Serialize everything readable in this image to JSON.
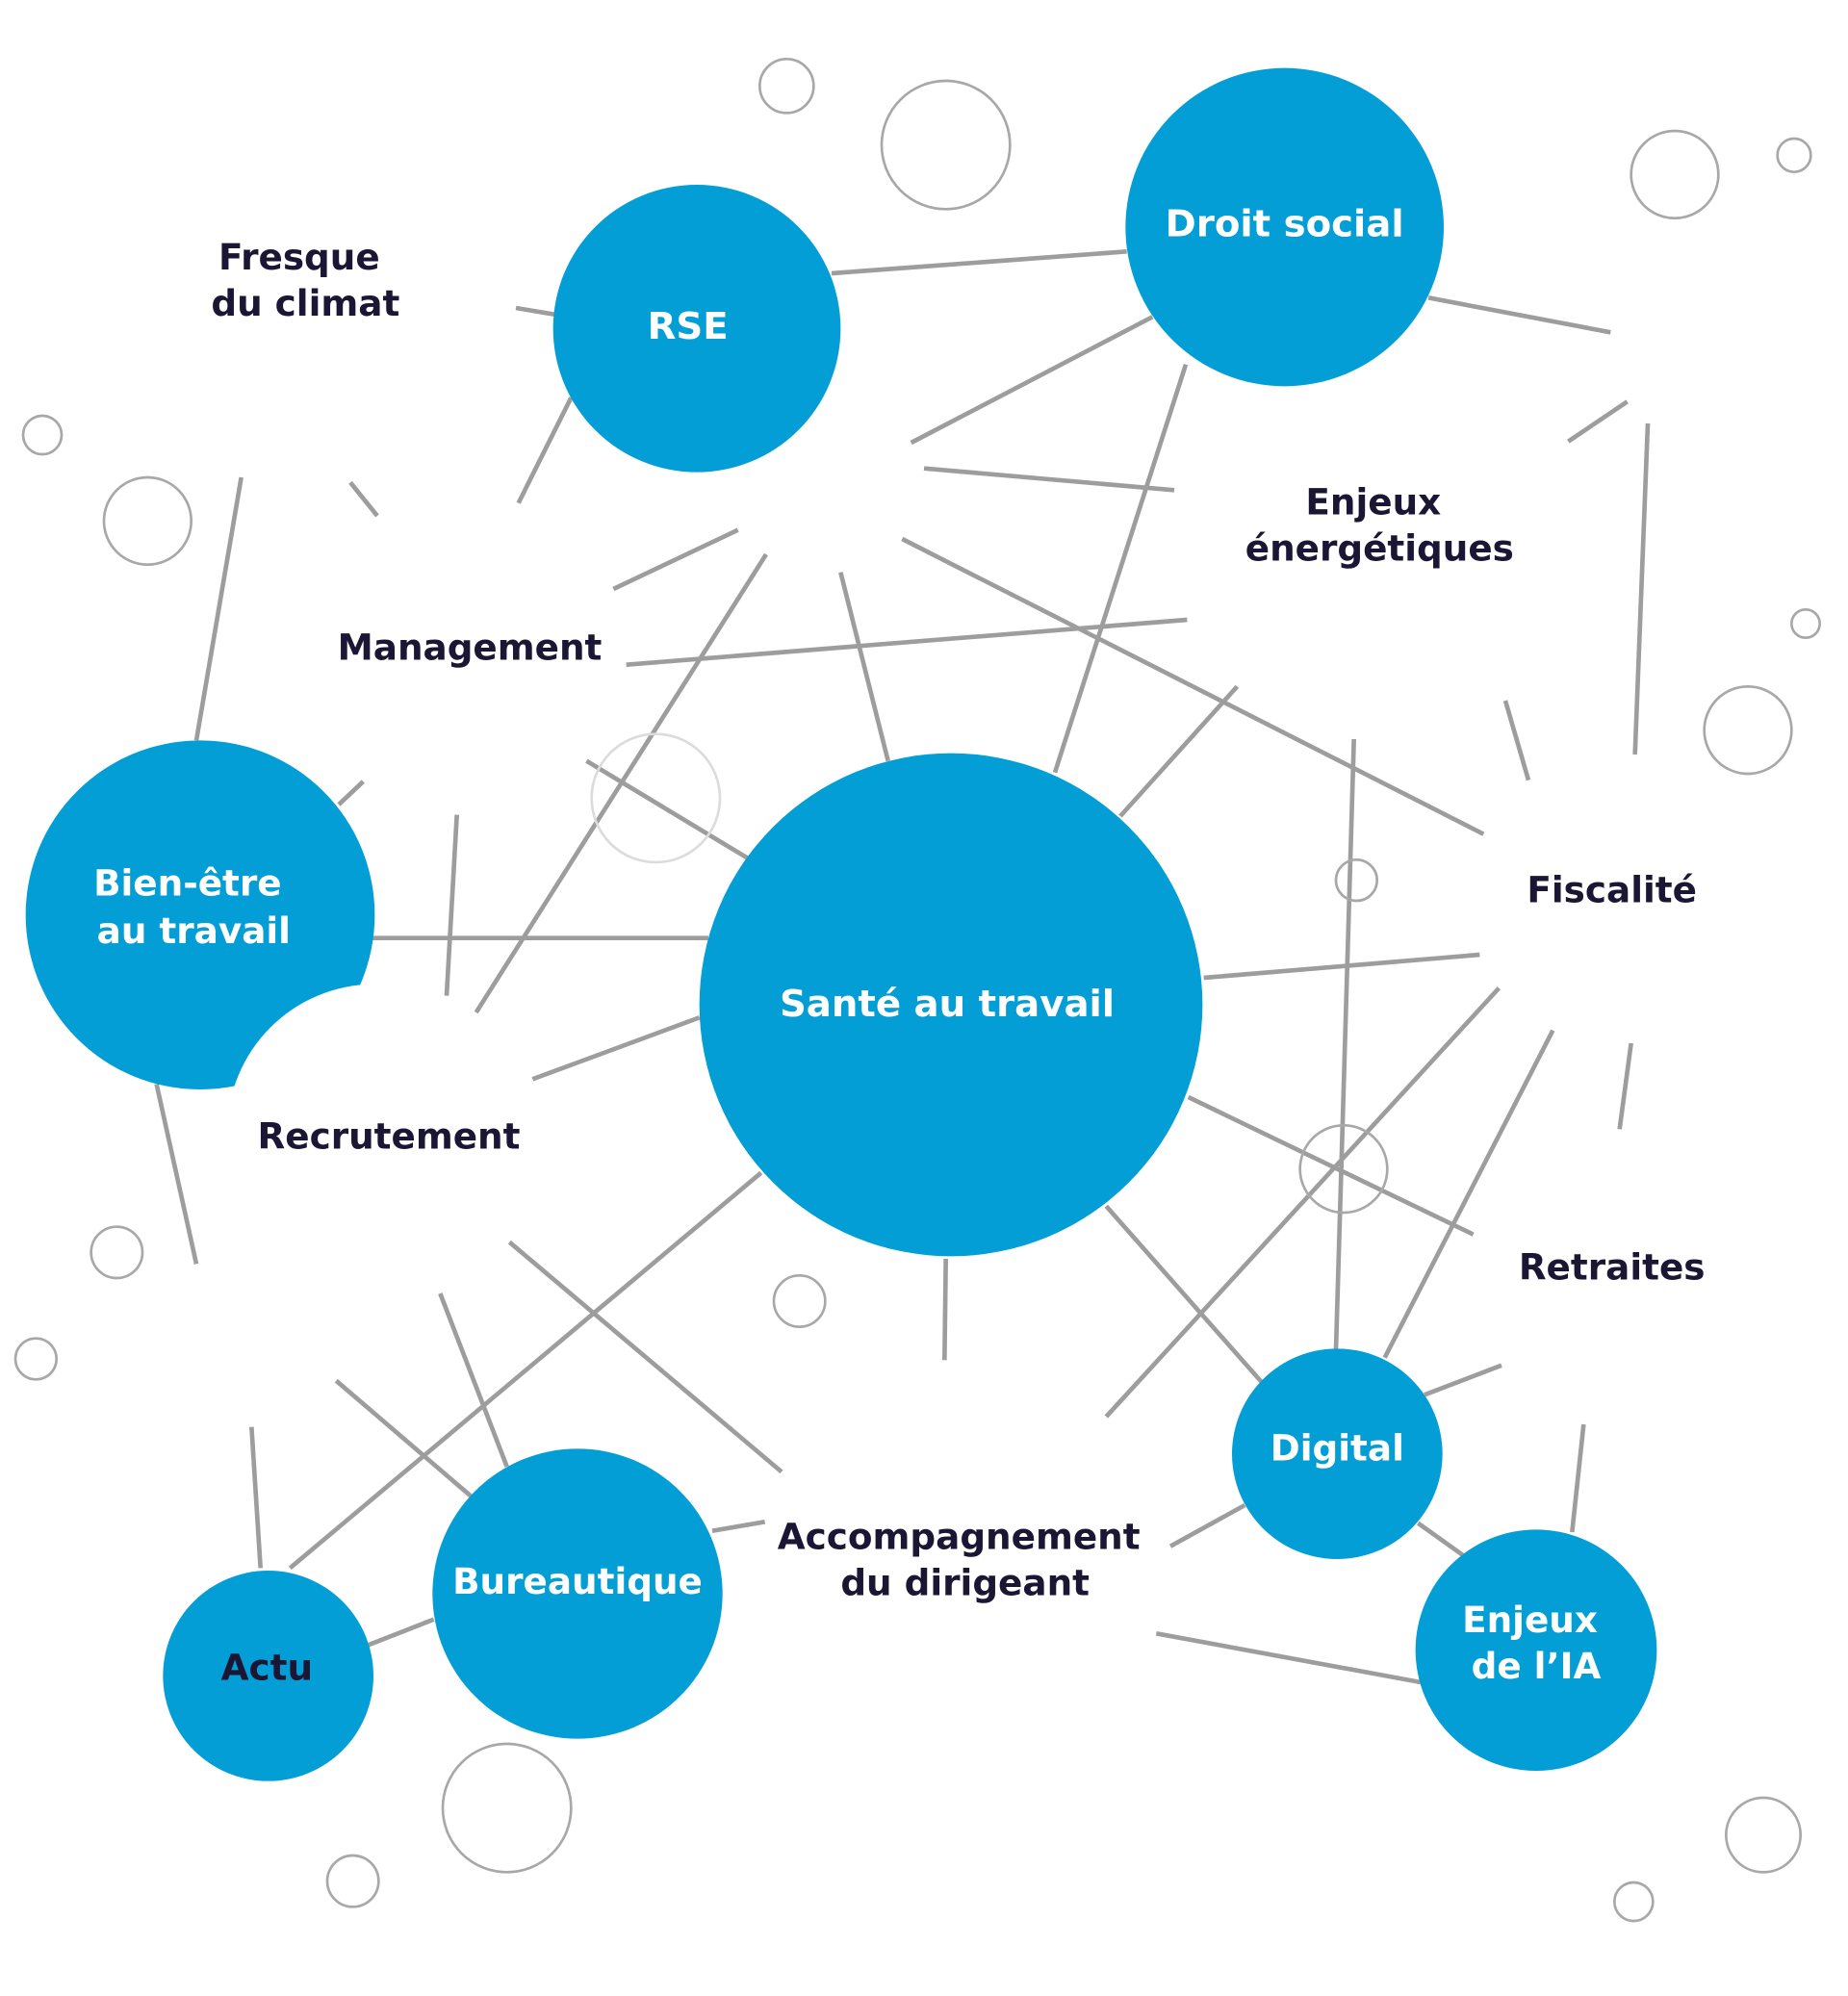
{
  "colors": {
    "node": "#039ed6",
    "dark_text": "#1b1633",
    "line": "#9d9d9d"
  },
  "nodes": {
    "sante": "Santé au travail",
    "droit_social": "Droit social",
    "rse": "RSE",
    "bien_etre": [
      "Bien-être",
      "au travail"
    ],
    "digital": "Digital",
    "enjeux_ia": [
      "Enjeux",
      "de l’IA"
    ],
    "bureautique": "Bureautique",
    "actu": "Actu"
  },
  "labels": {
    "fresque": [
      "Fresque",
      "du climat"
    ],
    "management": "Management",
    "enjeux_energetiques": [
      "Enjeux",
      "énergétiques"
    ],
    "fiscalite": "Fiscalité",
    "recrutement": "Recrutement",
    "retraites": "Retraites",
    "accompagnement": [
      "Accompagnement",
      "du dirigeant"
    ]
  }
}
